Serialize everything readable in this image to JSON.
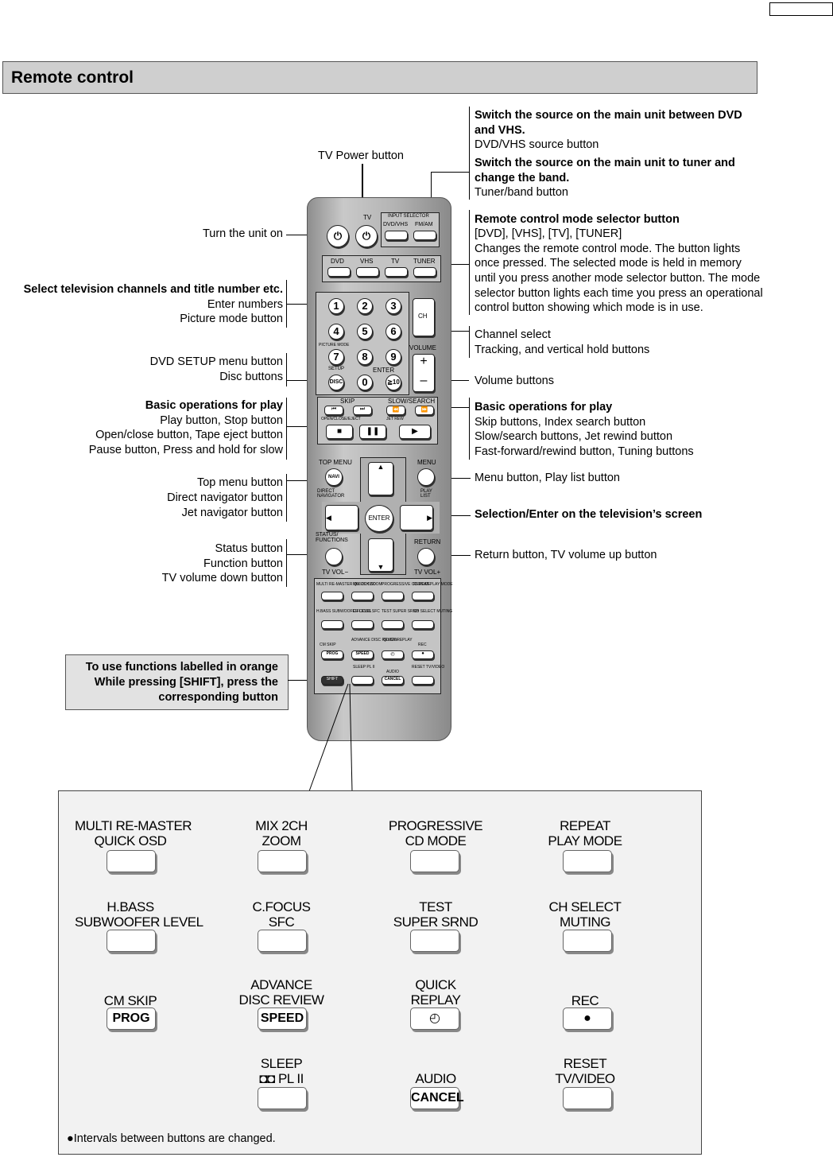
{
  "header": {
    "title": "Remote control"
  },
  "left_labels": [
    {
      "id": "turn-on",
      "lines": [
        "Turn the unit on"
      ]
    },
    {
      "id": "channels",
      "bold_line": "Select television channels and title number etc.",
      "lines": [
        "Enter numbers",
        "Picture mode button"
      ]
    },
    {
      "id": "setup",
      "lines": [
        "DVD SETUP menu button",
        "Disc buttons"
      ]
    },
    {
      "id": "play-left",
      "bold_line": "Basic operations for play",
      "lines": [
        "Play button, Stop button",
        "Open/close button, Tape eject button",
        "Pause button, Press and hold for slow"
      ]
    },
    {
      "id": "topmenu",
      "lines": [
        "Top menu button",
        "Direct navigator button",
        "Jet navigator button"
      ]
    },
    {
      "id": "status",
      "lines": [
        "Status button",
        "Function button",
        "TV volume down button"
      ]
    }
  ],
  "tv_power_label": "TV Power button",
  "right_labels": {
    "source_bold": "Switch the source on the main unit between DVD and VHS.",
    "source_line": "DVD/VHS source button",
    "tuner_bold": "Switch the source on the main unit to tuner and change the band.",
    "tuner_line": "Tuner/band button",
    "mode_bold": "Remote control mode selector button",
    "mode_lines": [
      "[DVD], [VHS], [TV], [TUNER]",
      "Changes the remote control mode. The button lights",
      "once pressed. The selected mode is held in memory",
      "until you press another mode selector button. The mode",
      "selector button lights each time you press an operational",
      "control button showing which mode is in use."
    ],
    "channel_lines": [
      "Channel select",
      "Tracking, and vertical hold buttons"
    ],
    "volume": "Volume buttons",
    "play_bold": "Basic operations for play",
    "play_lines": [
      "Skip buttons, Index search button",
      "Slow/search buttons, Jet rewind button",
      "Fast-forward/rewind button, Tuning buttons"
    ],
    "menu": "Menu button, Play list button",
    "selection": "Selection/Enter on the television’s screen",
    "return": "Return button, TV volume up button"
  },
  "shift_note": [
    "To use functions labelled in orange",
    "While pressing [SHIFT], press the",
    "corresponding button"
  ],
  "remote": {
    "tv": "TV",
    "input_selector": "INPUT SELECTOR",
    "dvd_vhs": "DVD/VHS",
    "fm_am": "FM/AM",
    "modes": [
      "DVD",
      "VHS",
      "TV",
      "TUNER"
    ],
    "numbers": [
      "1",
      "2",
      "3",
      "4",
      "5",
      "6",
      "7",
      "8",
      "9",
      "0",
      "≧10"
    ],
    "picture_mode": "PICTURE MODE",
    "setup": "SETUP",
    "disc": "DISC",
    "enter_small": "ENTER",
    "ch": "CH",
    "volume": "VOLUME",
    "plus": "+",
    "minus": "–",
    "skip": "SKIP",
    "slow_search": "SLOW/SEARCH",
    "open_close": "OPEN/CLOSE/EJECT",
    "jet_rew": "JET REW",
    "top_menu": "TOP MENU",
    "navi": "NAVI",
    "direct_navigator": "DIRECT NAVIGATOR",
    "menu": "MENU",
    "play_list": "PLAY LIST",
    "enter": "ENTER",
    "status": "STATUS/ FUNCTIONS",
    "return": "RETURN",
    "tv_vol_minus": "TV VOL−",
    "tv_vol_plus": "TV VOL+",
    "small_rows": [
      [
        "MULTI RE-MASTER QUICK OSD",
        "MIX 2CH ZOOM",
        "PROGRESSIVE CD MODE",
        "REPEAT PLAY MODE"
      ],
      [
        "H.BASS SUBWOOFER LEVEL",
        "C.FOCUS SFC",
        "TEST SUPER SRND",
        "CH SELECT MUTING"
      ],
      [
        "CM SKIP",
        "ADVANCE DISC REVIEW",
        "QUICK REPLAY",
        "REC"
      ],
      [
        "SHIFT",
        "SLEEP PL II",
        "AUDIO",
        "RESET TV/VIDEO"
      ]
    ],
    "prog": "PROG",
    "speed": "SPEED",
    "cancel": "CANCEL"
  },
  "detail": {
    "rows": [
      [
        [
          "MULTI RE-MASTER",
          "QUICK OSD"
        ],
        [
          "MIX 2CH",
          "ZOOM"
        ],
        [
          "PROGRESSIVE",
          "CD MODE"
        ],
        [
          "REPEAT",
          "PLAY MODE"
        ]
      ],
      [
        [
          "H.BASS",
          "SUBWOOFER LEVEL"
        ],
        [
          "C.FOCUS",
          "SFC"
        ],
        [
          "TEST",
          "SUPER SRND"
        ],
        [
          "CH SELECT",
          "MUTING"
        ]
      ],
      [
        [
          "",
          "CM SKIP"
        ],
        [
          "ADVANCE",
          "DISC REVIEW"
        ],
        [
          "QUICK",
          "REPLAY"
        ],
        [
          "",
          "REC"
        ]
      ],
      [
        [],
        [
          "SLEEP",
          "PL II"
        ],
        [
          "",
          "AUDIO"
        ],
        [
          "RESET",
          "TV/VIDEO"
        ]
      ]
    ],
    "button_text": {
      "prog": "PROG",
      "speed": "SPEED",
      "cancel": "CANCEL",
      "rec": "●",
      "replay": "◴"
    },
    "note": "●Intervals between buttons are changed."
  }
}
